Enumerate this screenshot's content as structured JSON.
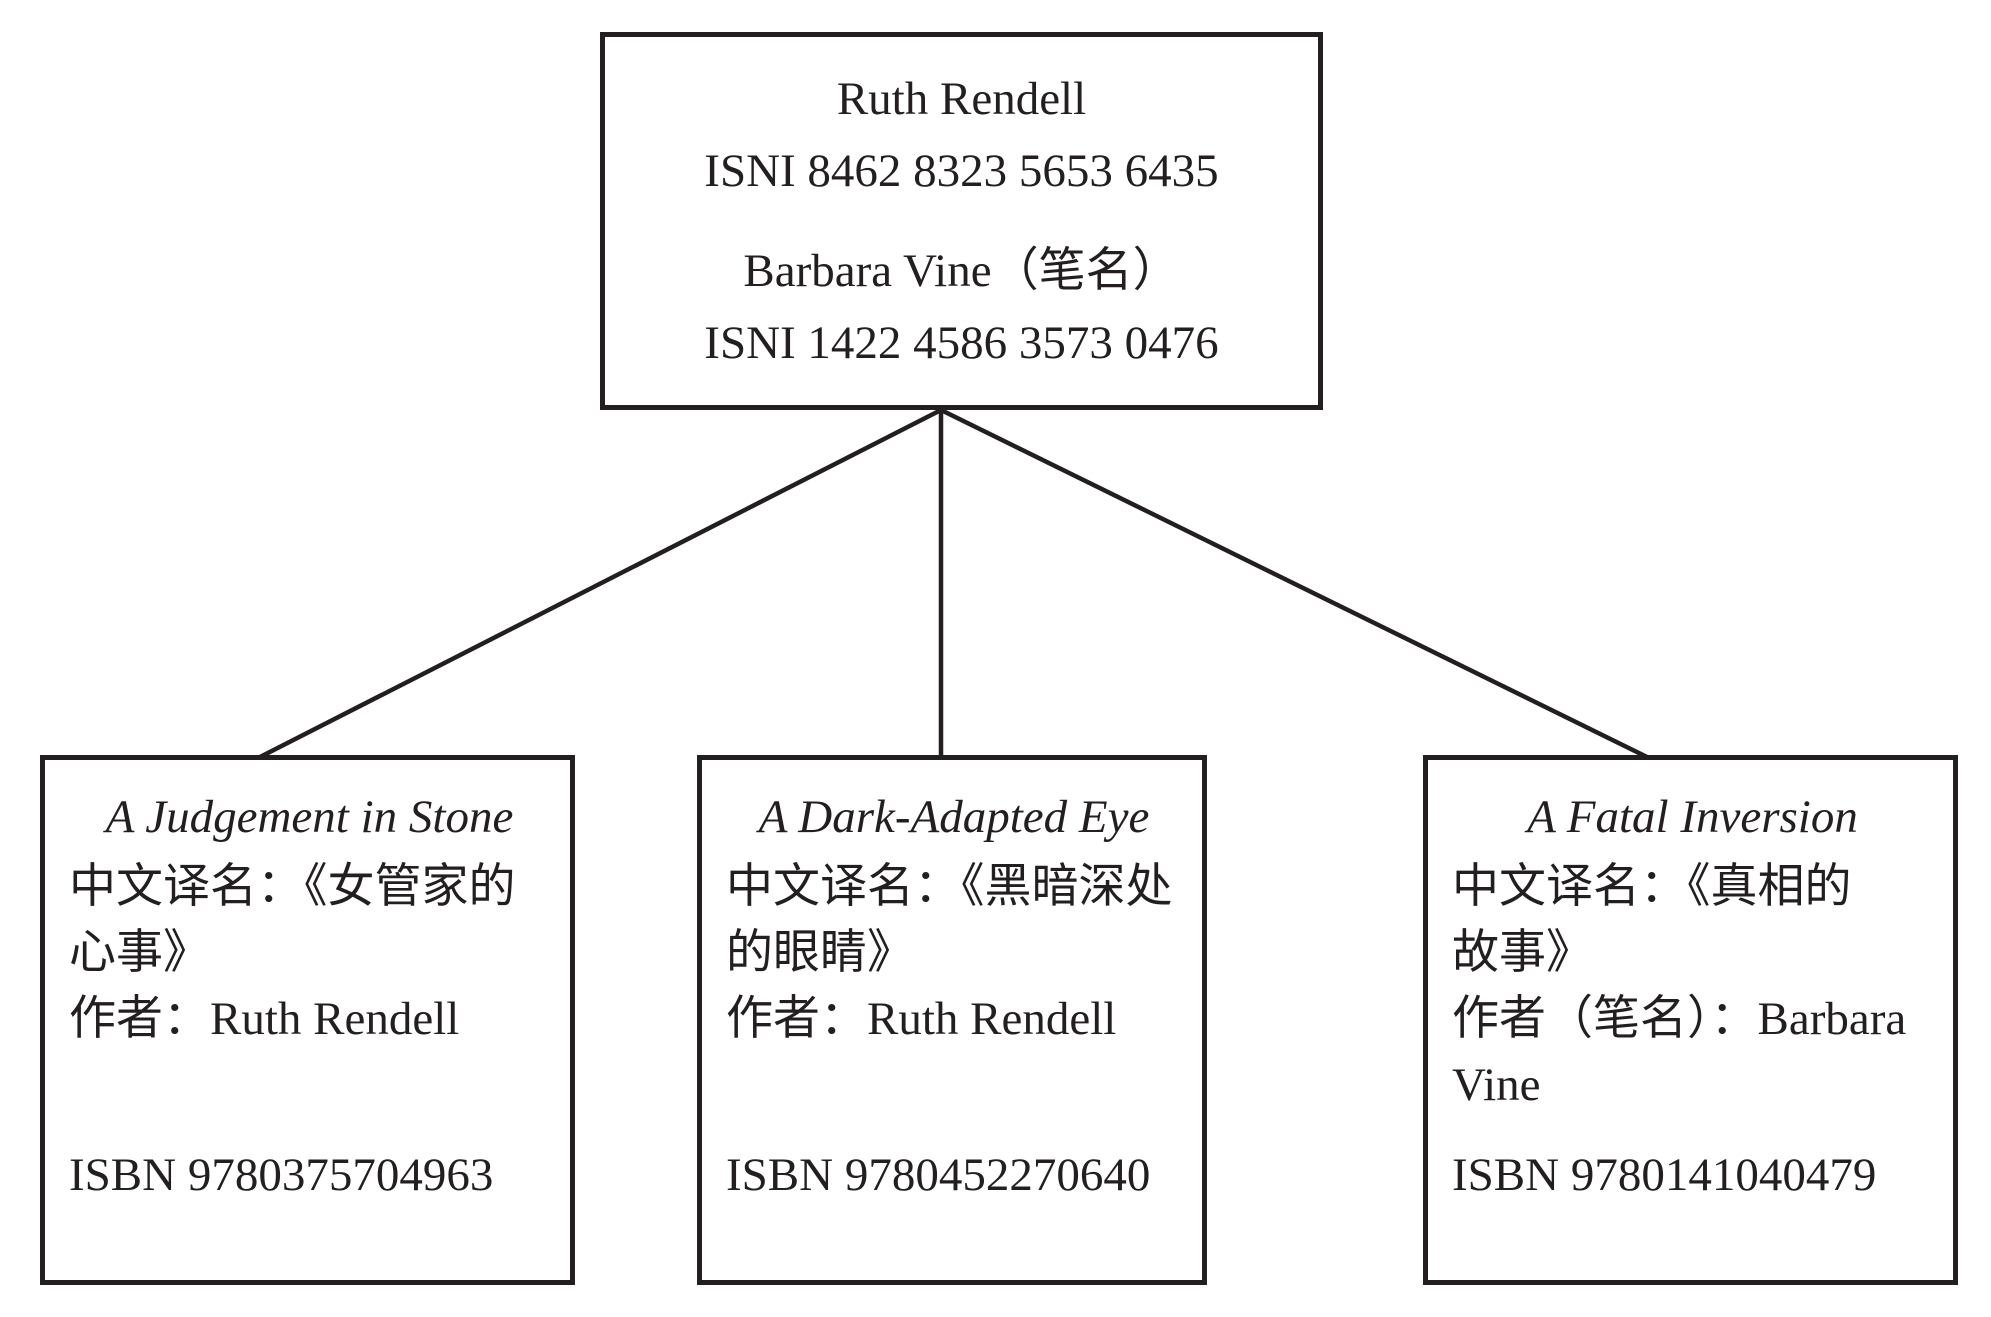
{
  "palette": {
    "ink": "#231f20",
    "background": "#ffffff"
  },
  "author_card": {
    "name": "Ruth Rendell",
    "isni": "ISNI 8462 8323 5653 6435",
    "pseudonym": "Barbara Vine（笔名）",
    "pseudonym_isni": "ISNI 1422 4586 3573 0476"
  },
  "books": [
    {
      "title": "A Judgement in Stone",
      "chinese_title_lines": [
        "中文译名：《女管家的",
        "心事》"
      ],
      "author_lines": [
        "作者：Ruth Rendell"
      ],
      "isbn": "ISBN 9780375704963"
    },
    {
      "title": "A Dark-Adapted Eye",
      "chinese_title_lines": [
        "中文译名：《黑暗深处",
        "的眼睛》"
      ],
      "author_lines": [
        "作者：Ruth Rendell"
      ],
      "isbn": "ISBN 9780452270640"
    },
    {
      "title": "A Fatal Inversion",
      "chinese_title_lines": [
        "中文译名：《真相的",
        "故事》"
      ],
      "author_lines": [
        "作者（笔名）：Barbara",
        "Vine"
      ],
      "isbn": "ISBN 9780141040479"
    }
  ]
}
